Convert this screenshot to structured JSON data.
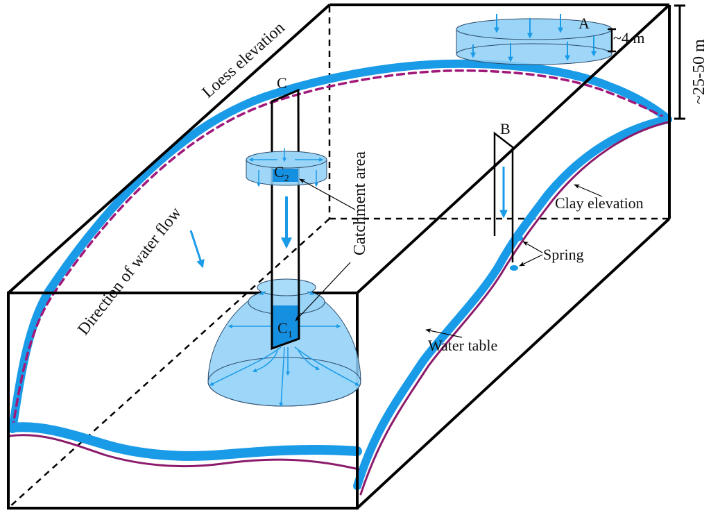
{
  "figure": {
    "type": "groundwater conceptual block diagram",
    "colors": {
      "water": "#1a9be8",
      "water_fill": "#8fd0f7",
      "water_dark": "#1590e0",
      "clay": "#8b1a6b",
      "outline": "#000000"
    }
  },
  "labels": {
    "loess_elevation": "Loess elevation",
    "direction_of_water_flow": "Direction of water flow",
    "catchment_area": "Catchment area",
    "clay_elevation": "Clay elevation",
    "spring": "Spring",
    "water_table": "Water table",
    "thickness_range": "~25-50 m",
    "thickness_a": "~4 m",
    "point_a": "A",
    "point_b": "B",
    "point_c": "C",
    "point_c1_main": "C",
    "point_c1_sub": "1",
    "point_c2_main": "C",
    "point_c2_sub": "2"
  }
}
